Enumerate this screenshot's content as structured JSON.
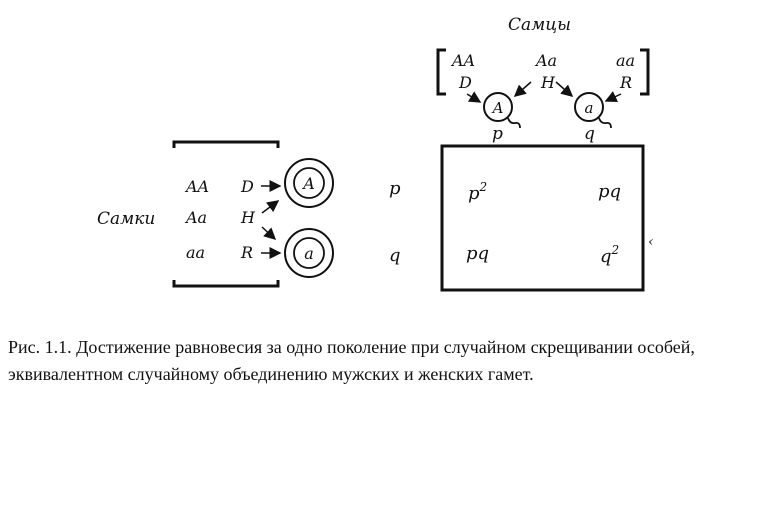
{
  "figure": {
    "males_label": "Самцы",
    "females_label": "Самки",
    "males": [
      {
        "genotype": "AA",
        "code": "D"
      },
      {
        "genotype": "Aa",
        "code": "H"
      },
      {
        "genotype": "aa",
        "code": "R"
      }
    ],
    "females": [
      {
        "genotype": "AA",
        "code": "D"
      },
      {
        "genotype": "Aa",
        "code": "H"
      },
      {
        "genotype": "aa",
        "code": "R"
      }
    ],
    "gamete_A": "A",
    "gamete_a": "a",
    "freq_p": "p",
    "freq_q": "q",
    "cells": {
      "top_left": "p",
      "top_left_exp": "2",
      "top_right": "pq",
      "bottom_left": "pq",
      "bottom_right": "q",
      "bottom_right_exp": "2"
    }
  },
  "caption": "Рис. 1.1. Достижение равновесия за одно поколение при случайном скрещивании особей, эквивалентном случайному объединению мужских и женских гамет."
}
